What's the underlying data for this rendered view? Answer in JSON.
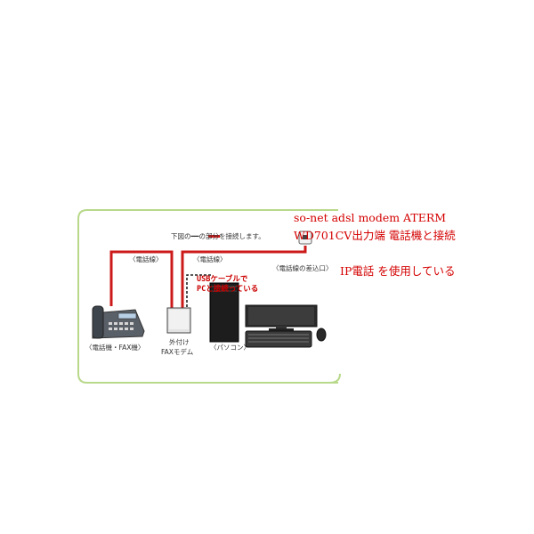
{
  "diagram": {
    "instruction": "下図の━━の部分を接続します。",
    "line_label_left": "〈電話線〉",
    "line_label_middle": "〈電話線〉",
    "jack_label": "〈電話線の差込口〉",
    "phone_label": "〈電話機・FAX機〉",
    "modem_label_line1": "外付け",
    "modem_label_line2": "FAXモデム",
    "pc_label": "〈パソコン〉"
  },
  "annotations": {
    "title_line1": "so-net adsl modem  ATERM",
    "title_line2": "WD701CV出力端  電話機と接続",
    "ip_phone": "IP電話  を使用している",
    "usb_line1": "USBケーブルで",
    "usb_line2": "PCと接続っている"
  },
  "colors": {
    "frame": "#b8d88a",
    "phone_line": "#cc1a1a",
    "annotation_text": "#d40000",
    "usb_line": "#222222"
  }
}
